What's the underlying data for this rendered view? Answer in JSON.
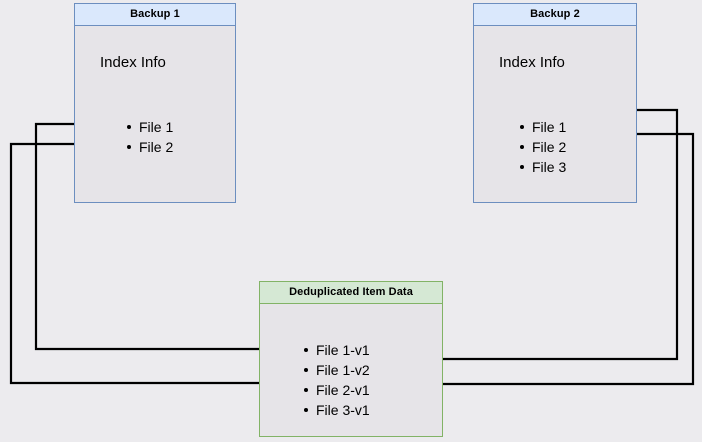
{
  "diagram": {
    "background_color": "#ecebee",
    "edge_color": "#000000",
    "nodes": [
      {
        "id": "backup1",
        "title": "Backup 1",
        "body_label": "Index Info",
        "header_color": "#dae8fc",
        "border_color": "#6c8ebf",
        "files": [
          "File 1",
          "File 2"
        ]
      },
      {
        "id": "backup2",
        "title": "Backup 2",
        "body_label": "Index Info",
        "header_color": "#dae8fc",
        "border_color": "#6c8ebf",
        "files": [
          "File 1",
          "File 2",
          "File 3"
        ]
      },
      {
        "id": "dedup",
        "title": "Deduplicated Item Data",
        "body_label": "",
        "header_color": "#d5e8d4",
        "border_color": "#82b366",
        "files": [
          "File 1-v1",
          "File 1-v2",
          "File 2-v1",
          "File 3-v1"
        ]
      }
    ],
    "edges": [
      {
        "from": "backup1.File 1",
        "to": "dedup.File 1-v1",
        "direction": "left-around"
      },
      {
        "from": "backup1.File 2",
        "to": "dedup.File 2-v1",
        "direction": "left-around"
      },
      {
        "from": "backup2.File 1",
        "to": "dedup.File 1-v2",
        "direction": "right-around"
      },
      {
        "from": "backup2.File 2",
        "to": "dedup.File 2-v1",
        "direction": "right-around"
      }
    ]
  }
}
